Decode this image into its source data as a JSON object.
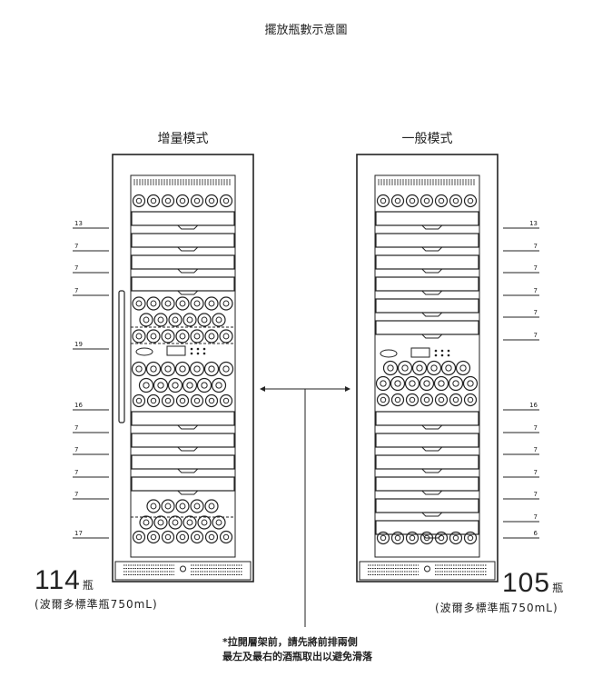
{
  "title": "擺放瓶數示意圖",
  "left": {
    "mode": "增量模式",
    "count": "114",
    "unit": "瓶",
    "subtitle": "(波爾多標準瓶750mL)",
    "shelf_counts": [
      "13",
      "7",
      "7",
      "7",
      "19",
      "16",
      "7",
      "7",
      "7",
      "7",
      "17"
    ]
  },
  "right": {
    "mode": "一般模式",
    "count": "105",
    "unit": "瓶",
    "subtitle": "(波爾多標準瓶750mL)",
    "shelf_counts": [
      "13",
      "7",
      "7",
      "7",
      "7",
      "7",
      "16",
      "7",
      "7",
      "7",
      "7",
      "7",
      "6"
    ]
  },
  "note": {
    "line1": "*拉開層架前，請先將前排兩側",
    "line2": "最左及最右的酒瓶取出以避免滑落"
  }
}
